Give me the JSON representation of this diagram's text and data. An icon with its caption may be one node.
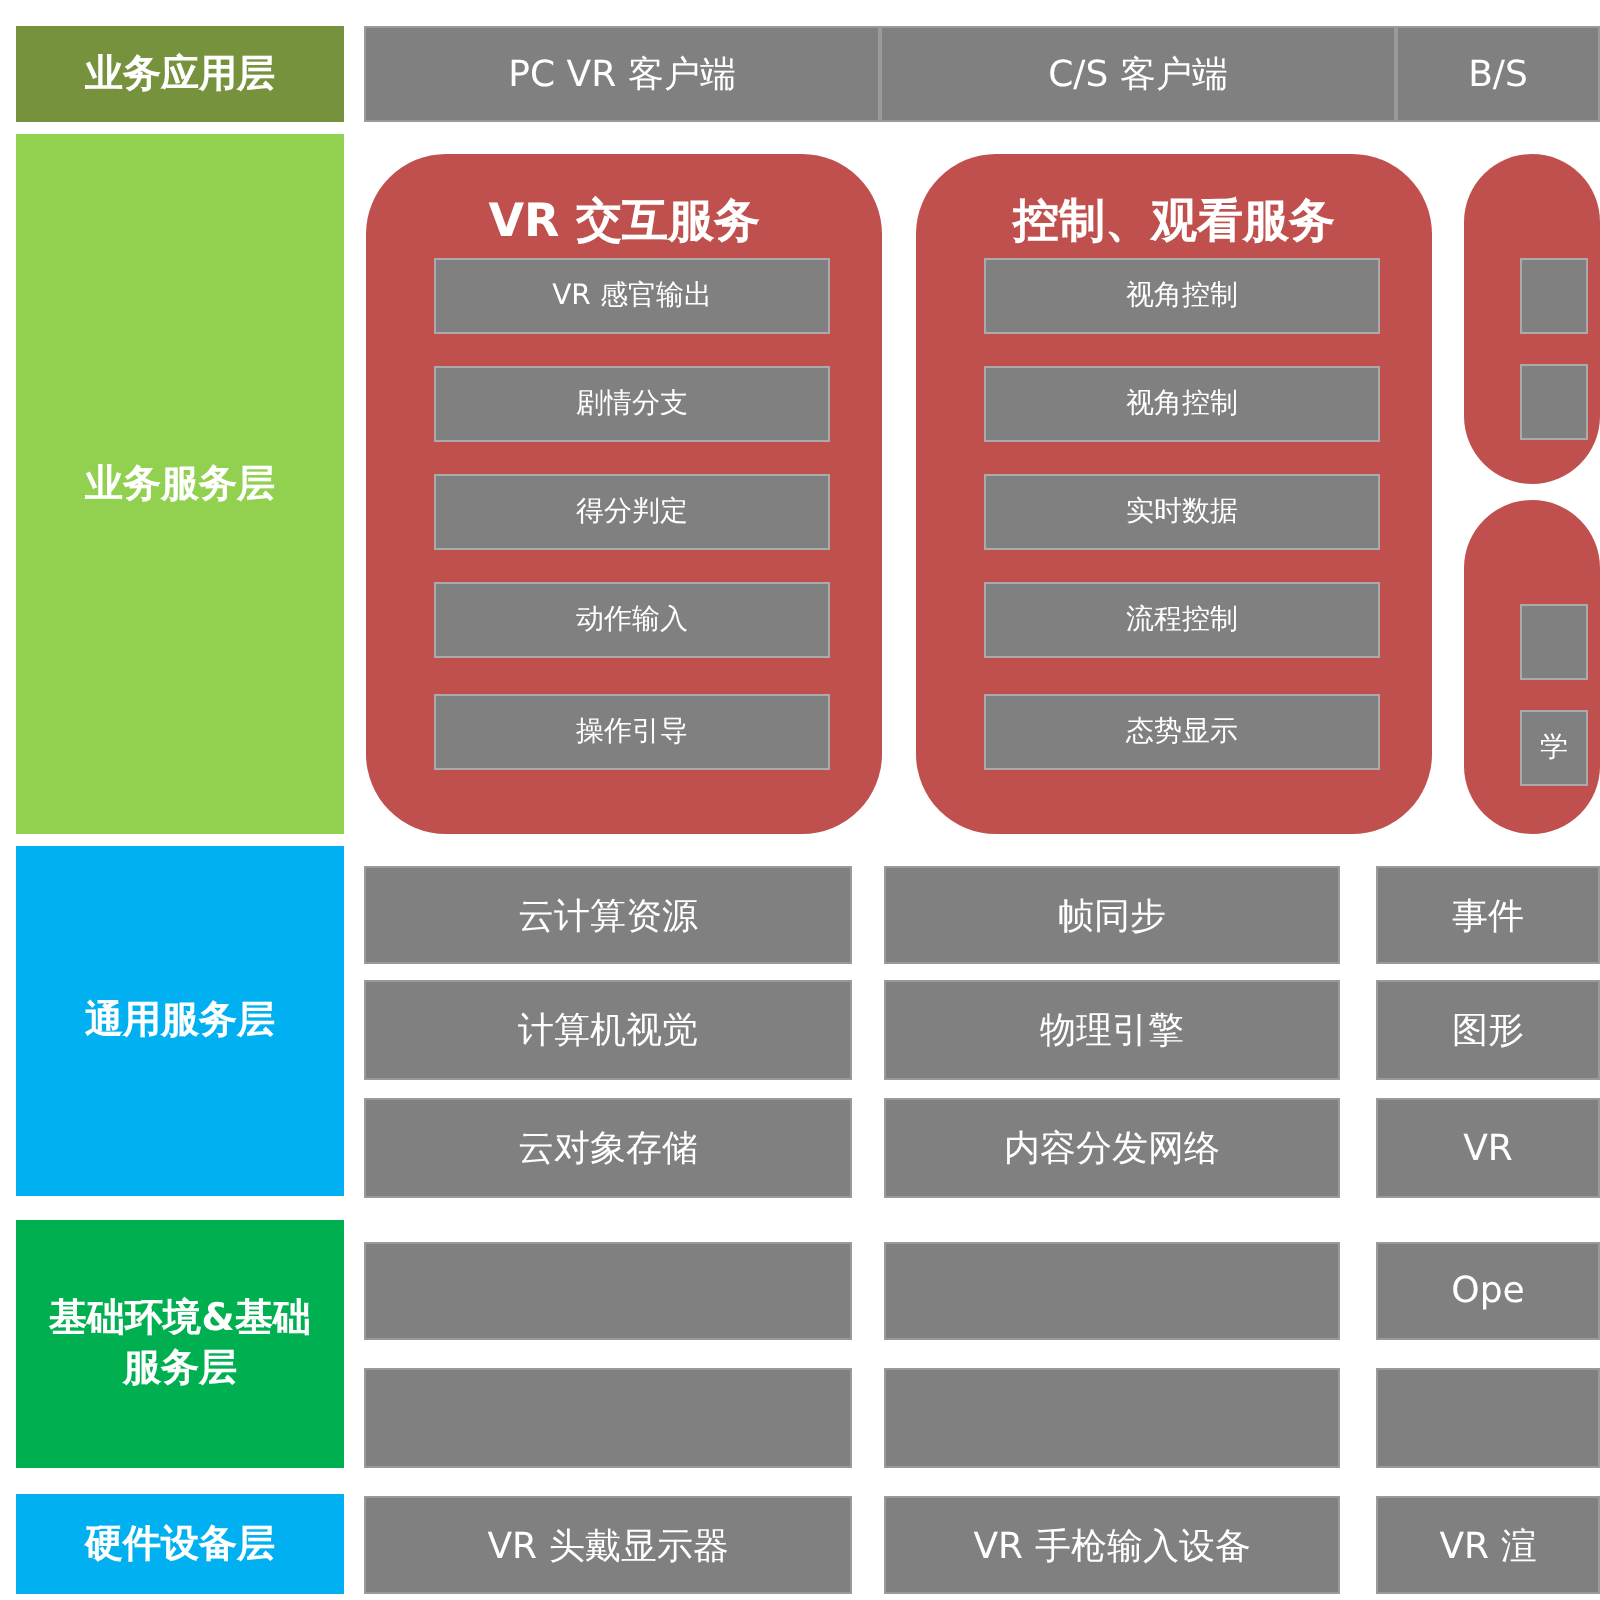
{
  "diagram": {
    "nodes": [
      {
        "text": [
          "业务应用层"
        ]
      },
      {
        "text": [
          "PC VR 客户端"
        ]
      },
      {
        "text": [
          "C/S 客户端"
        ]
      },
      {
        "text": [
          "B/S"
        ]
      },
      {
        "text": [
          "业务服务层"
        ]
      },
      {
        "text": [
          "VR 交互服务"
        ]
      },
      {
        "text": [
          "VR 感官输出"
        ],
        "in": 5
      },
      {
        "text": [
          "剧情分支"
        ],
        "in": 5
      },
      {
        "text": [
          "得分判定"
        ],
        "in": 5
      },
      {
        "text": [
          "动作输入"
        ],
        "in": 5
      },
      {
        "text": [
          "操作引导"
        ],
        "in": 5
      },
      {
        "text": [
          "控制、观看服务"
        ]
      },
      {
        "text": [
          "视角控制"
        ],
        "in": 11
      },
      {
        "text": [
          "视角控制"
        ],
        "in": 11
      },
      {
        "text": [
          "实时数据"
        ],
        "in": 11
      },
      {
        "text": [
          "流程控制"
        ],
        "in": 11
      },
      {
        "text": [
          "态势显示"
        ],
        "in": 11
      },
      {
        "text": [],
        "shape": "box"
      },
      {
        "text": [],
        "shape": "box",
        "in": 17
      },
      {
        "text": [],
        "shape": "box",
        "in": 17
      },
      {
        "text": [],
        "shape": "box"
      },
      {
        "text": [],
        "shape": "box",
        "in": 20
      },
      {
        "text": [
          "学"
        ],
        "in": 20
      },
      {
        "text": [
          "通用服务层"
        ]
      },
      {
        "text": [
          "云计算资源"
        ]
      },
      {
        "text": [
          "帧同步"
        ]
      },
      {
        "text": [
          "事件"
        ]
      },
      {
        "text": [
          "计算机视觉"
        ]
      },
      {
        "text": [
          "物理引擎"
        ]
      },
      {
        "text": [
          "图形"
        ]
      },
      {
        "text": [
          "云对象存储"
        ]
      },
      {
        "text": [
          "内容分发网络"
        ]
      },
      {
        "text": [
          "VR"
        ]
      },
      {
        "text": [
          "基础环境&基础服务层"
        ]
      },
      {
        "text": [],
        "shape": "box"
      },
      {
        "text": [],
        "shape": "box"
      },
      {
        "text": [
          "Ope"
        ]
      },
      {
        "text": [],
        "shape": "box"
      },
      {
        "text": [],
        "shape": "box"
      },
      {
        "text": [],
        "shape": "box"
      },
      {
        "text": [
          "硬件设备层"
        ]
      },
      {
        "text": [
          "VR 头戴显示器"
        ]
      },
      {
        "text": [
          "VR 手枪输入设备"
        ]
      },
      {
        "text": [
          "VR 渲"
        ]
      }
    ],
    "edges": []
  }
}
